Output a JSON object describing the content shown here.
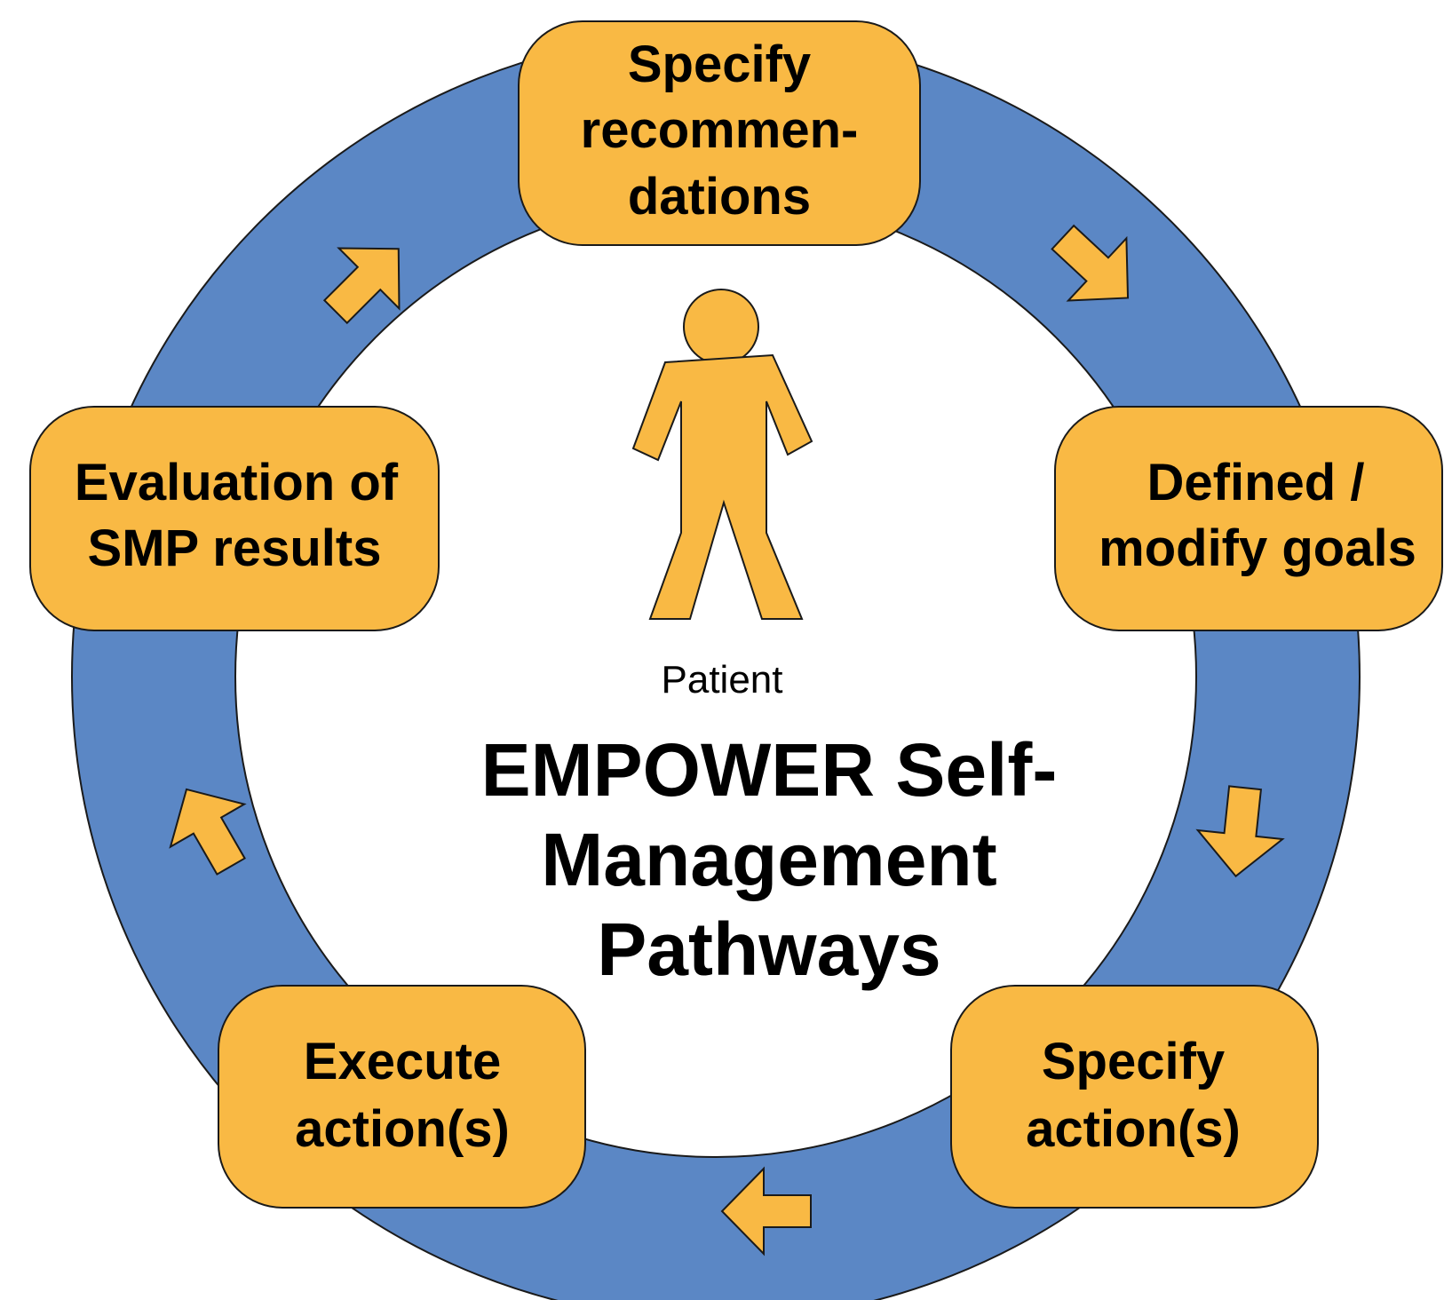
{
  "colors": {
    "ring": "#5b87c5",
    "box_fill": "#f9b944",
    "outline": "#1a1a1a",
    "text": "#000000"
  },
  "figure": {
    "icon": "person-icon",
    "label": "Patient"
  },
  "title": {
    "line1": "EMPOWER Self-",
    "line2": "Management",
    "line3": "Pathways"
  },
  "steps": [
    {
      "id": "recommendations",
      "lines": [
        "Specify",
        "recommen-",
        "dations"
      ]
    },
    {
      "id": "goals",
      "lines": [
        "Defined /",
        "modify goals"
      ]
    },
    {
      "id": "specify-actions",
      "lines": [
        "Specify",
        "action(s)"
      ]
    },
    {
      "id": "execute-actions",
      "lines": [
        "Execute",
        "action(s)"
      ]
    },
    {
      "id": "evaluation",
      "lines": [
        "Evaluation of",
        "SMP results"
      ]
    }
  ],
  "arrows": [
    "arrow-icon",
    "arrow-icon",
    "arrow-icon",
    "arrow-icon",
    "arrow-icon"
  ]
}
